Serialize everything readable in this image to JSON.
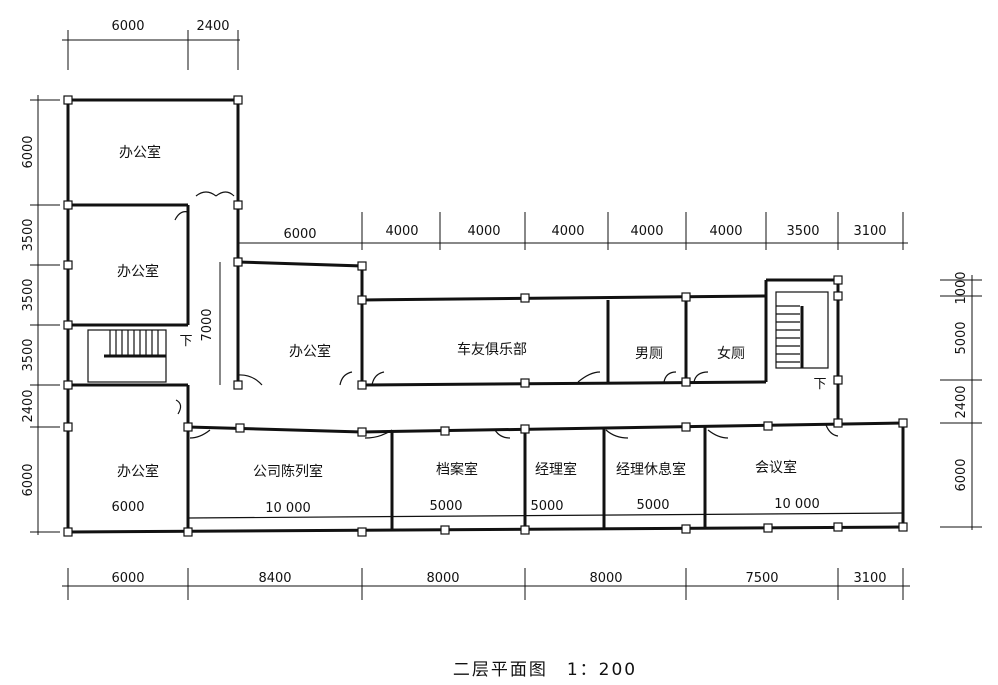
{
  "drawing": {
    "title": "二层平面图　1：200",
    "dims_top_left": [
      "6000",
      "2400"
    ],
    "dims_left": [
      "6000",
      "3500",
      "3500",
      "3500",
      "2400",
      "6000"
    ],
    "dims_mid_top": [
      "6000",
      "4000",
      "4000",
      "4000",
      "4000",
      "4000",
      "3500",
      "3100"
    ],
    "dims_right": [
      "1000",
      "5000",
      "2400",
      "6000"
    ],
    "dims_bottom": [
      "6000",
      "8400",
      "8000",
      "8000",
      "7500",
      "3100"
    ],
    "dim_corridor": "7000",
    "rooms": {
      "office1": "办公室",
      "office2": "办公室",
      "office3": "办公室",
      "office4": "办公室",
      "club": "车友俱乐部",
      "men": "男厕",
      "women": "女厕",
      "exhibit": "公司陈列室",
      "archive": "档案室",
      "manager": "经理室",
      "lounge": "经理休息室",
      "meeting": "会议室"
    },
    "room_widths": {
      "office4": "6000",
      "exhibit": "10 000",
      "archive": "5000",
      "manager": "5000",
      "lounge": "5000",
      "meeting": "10 000"
    },
    "stair_down_left": "下",
    "stair_down_right": "下"
  }
}
